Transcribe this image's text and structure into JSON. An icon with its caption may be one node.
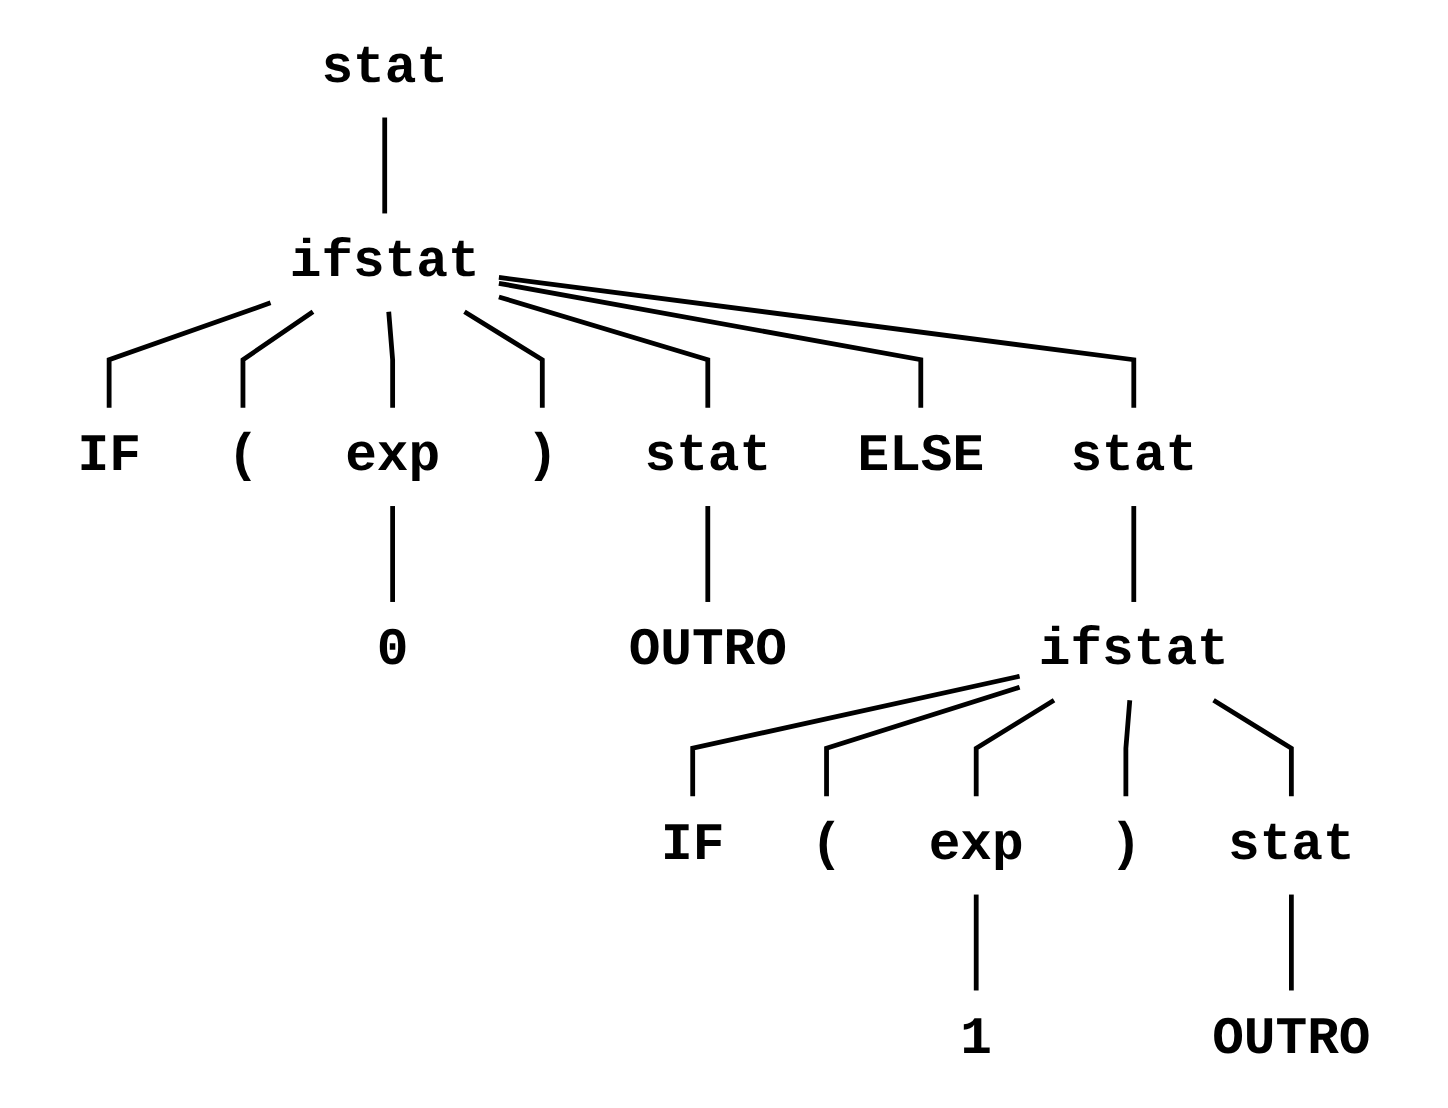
{
  "diagram": {
    "nodes": [
      {
        "text": [
          "stat"
        ]
      },
      {
        "text": [
          "ifstat"
        ]
      },
      {
        "text": [
          "IF"
        ]
      },
      {
        "text": [
          "("
        ]
      },
      {
        "text": [
          "exp"
        ]
      },
      {
        "text": [
          ")"
        ]
      },
      {
        "text": [
          "stat"
        ]
      },
      {
        "text": [
          "ELSE"
        ]
      },
      {
        "text": [
          "stat"
        ]
      },
      {
        "text": [
          "0"
        ]
      },
      {
        "text": [
          "OUTRO"
        ]
      },
      {
        "text": [
          "ifstat"
        ]
      },
      {
        "text": [
          "IF"
        ]
      },
      {
        "text": [
          "("
        ]
      },
      {
        "text": [
          "exp"
        ]
      },
      {
        "text": [
          ")"
        ]
      },
      {
        "text": [
          "stat"
        ]
      },
      {
        "text": [
          "1"
        ]
      },
      {
        "text": [
          "OUTRO"
        ]
      }
    ],
    "edges": [
      {
        "from": 0,
        "to": 1,
        "arrow": "none"
      },
      {
        "from": 1,
        "to": 2,
        "arrow": "none"
      },
      {
        "from": 1,
        "to": 3,
        "arrow": "none"
      },
      {
        "from": 1,
        "to": 4,
        "arrow": "none"
      },
      {
        "from": 1,
        "to": 5,
        "arrow": "none"
      },
      {
        "from": 1,
        "to": 6,
        "arrow": "none"
      },
      {
        "from": 1,
        "to": 7,
        "arrow": "none"
      },
      {
        "from": 1,
        "to": 8,
        "arrow": "none"
      },
      {
        "from": 4,
        "to": 9,
        "arrow": "none"
      },
      {
        "from": 8,
        "to": 10,
        "arrow": "none"
      },
      {
        "from": 6,
        "to": 11,
        "arrow": "none"
      },
      {
        "from": 11,
        "to": 12,
        "arrow": "none"
      },
      {
        "from": 11,
        "to": 13,
        "arrow": "none"
      },
      {
        "from": 11,
        "to": 14,
        "arrow": "none"
      },
      {
        "from": 11,
        "to": 15,
        "arrow": "none"
      },
      {
        "from": 11,
        "to": 16,
        "arrow": "none"
      },
      {
        "from": 14,
        "to": 17,
        "arrow": "none"
      },
      {
        "from": 16,
        "to": 18,
        "arrow": "none"
      }
    ]
  }
}
